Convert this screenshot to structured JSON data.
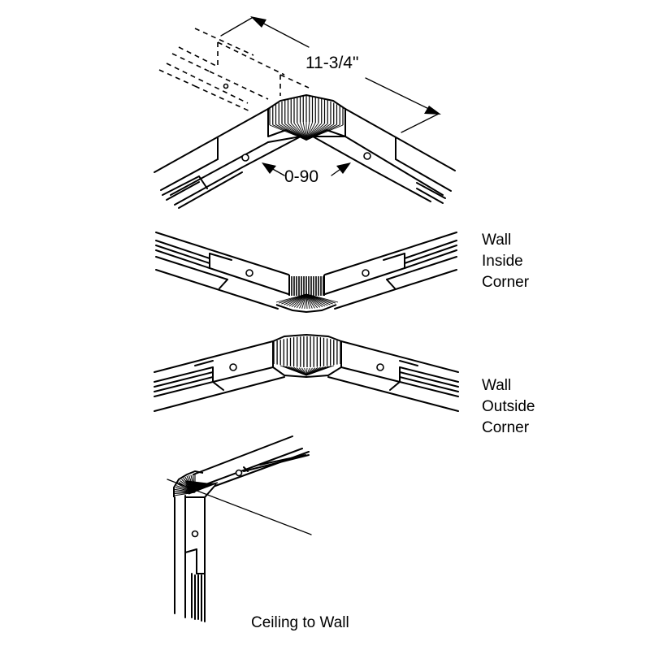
{
  "figures": [
    {
      "id": "adjustable-corner",
      "dimension_length": "11-3/4\"",
      "dimension_angle": "0-90"
    },
    {
      "id": "wall-inside-corner",
      "label_lines": [
        "Wall",
        "Inside",
        "Corner"
      ]
    },
    {
      "id": "wall-outside-corner",
      "label_lines": [
        "Wall",
        "Outside",
        "Corner"
      ]
    },
    {
      "id": "ceiling-to-wall",
      "label": "Ceiling to Wall"
    }
  ],
  "colors": {
    "line": "#000000",
    "background": "#ffffff"
  }
}
